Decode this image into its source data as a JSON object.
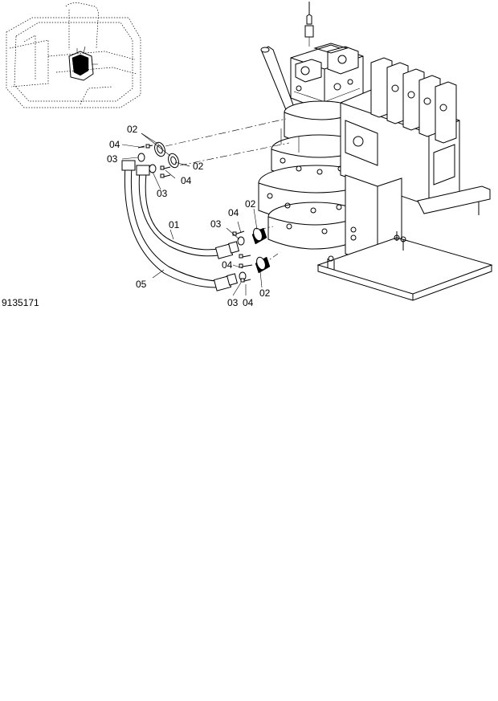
{
  "drawing_number": "9135171",
  "callouts": {
    "a": "02",
    "b": "04",
    "c": "03",
    "d": "02",
    "e": "03",
    "f": "04",
    "g": "01",
    "h": "04",
    "i": "02",
    "j": "03",
    "k": "04",
    "l": "05",
    "m": "03",
    "n": "04",
    "o": "02"
  }
}
